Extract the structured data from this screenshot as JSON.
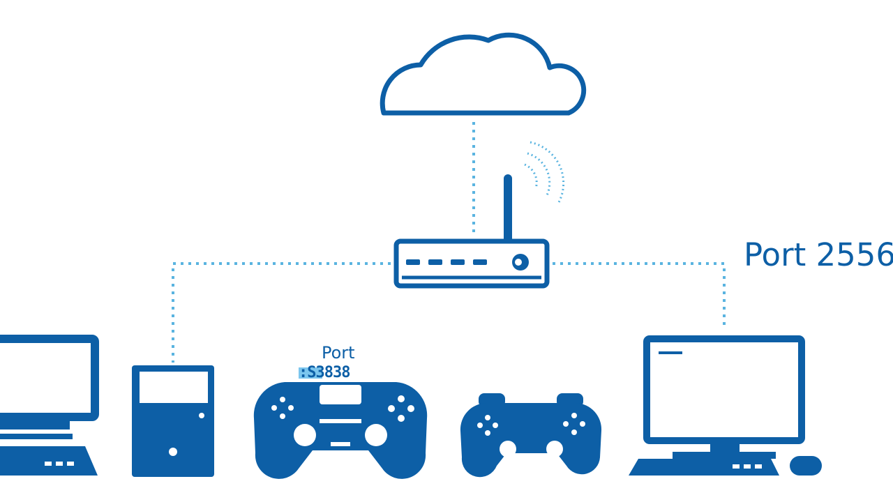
{
  "diagram": {
    "port_label_right": "Port 2556",
    "port_label_small": "Port",
    "port_number_small": ":S3838",
    "colors": {
      "primary": "#0d5fa6",
      "connection": "#5ab4e0",
      "background": "#ffffff"
    },
    "nodes": [
      {
        "id": "cloud",
        "icon": "cloud-icon"
      },
      {
        "id": "router",
        "icon": "router-icon"
      },
      {
        "id": "wifi",
        "icon": "wifi-signal-icon"
      },
      {
        "id": "desktop-left",
        "icon": "desktop-computer-icon"
      },
      {
        "id": "pc-tower",
        "icon": "pc-tower-icon"
      },
      {
        "id": "gamepad-1",
        "icon": "gamepad-icon"
      },
      {
        "id": "gamepad-2",
        "icon": "gamepad-icon"
      },
      {
        "id": "desktop-right",
        "icon": "desktop-computer-icon"
      }
    ],
    "connections": [
      {
        "from": "cloud",
        "to": "router"
      },
      {
        "from": "router",
        "to": "pc-tower"
      },
      {
        "from": "router",
        "to": "desktop-right"
      }
    ]
  }
}
